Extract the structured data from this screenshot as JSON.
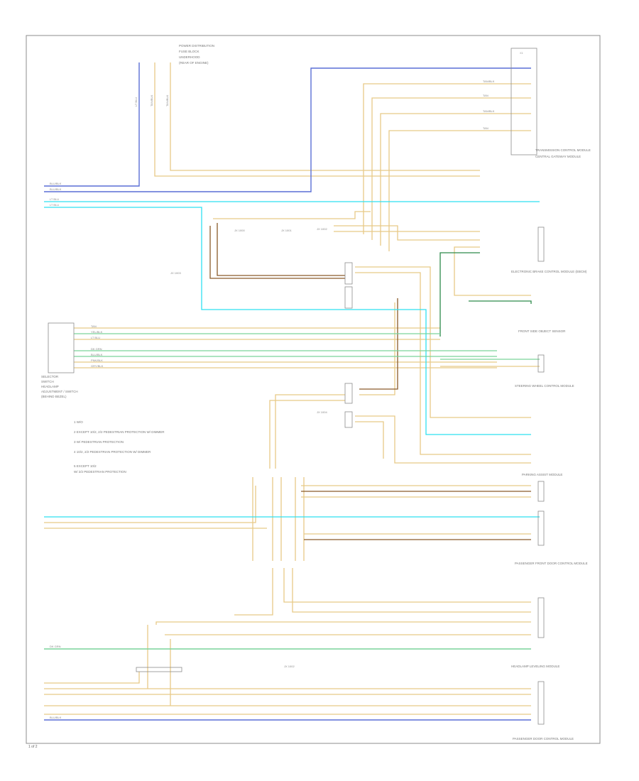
{
  "diagram": {
    "page_code": "1 of 2",
    "colors": {
      "blue": "#5a6fd6",
      "cyan": "#2fe0f0",
      "tan": "#e8c987",
      "brown": "#8a5a2a",
      "green": "#7ad49a",
      "dkgreen": "#2c8a4a",
      "gray": "#8c8c8c"
    },
    "notes": [
      "1   W/O",
      "2   EXCEPT 10/2, 2/2 PEDESTRIAN PROTECTION W/ DIMMER",
      "3   W/ PEDESTRIAN PROTECTION",
      "4   10/2, 2/2 PEDESTRIAN PROTECTION W/ DIMMER",
      "5   EXCEPT 10/2",
      "    W/ 2/2 PEDESTRIAN PROTECTION"
    ],
    "top_label_lines": [
      "POWER DISTRIBUTION",
      "FUSE BLOCK",
      "UNDERHOOD",
      "(REAR OF ENGINE)"
    ],
    "left_component_lines": [
      "SELECTOR",
      "SWITCH",
      "HEADLAMP",
      "ADJUSTMENT / SWITCH",
      "(BEHIND BEZEL)"
    ],
    "right_components": [
      "TRANSMISSION CONTROL MODULE",
      "CENTRAL GATEWAY MODULE",
      "ELECTRONIC BRAKE CONTROL MODULE (EBCM)",
      "FRONT SIDE OBJECT SENSOR",
      "STEERING WHEEL CONTROL MODULE",
      "PARKING ASSIST MODULE",
      "PASSENGER FRONT DOOR CONTROL MODULE",
      "HEADLAMP LEVELING MODULE",
      "PASSENGER DOOR CONTROL MODULE"
    ],
    "splice_labels": [
      "JX 1000",
      "JX 1001",
      "JX 1002",
      "JX 1003",
      "JX 1004"
    ],
    "wire_labels": [
      "TAN/BLK",
      "TAN",
      "YEL/BLK",
      "LT BLU",
      "DK GRN",
      "BLU/BLK",
      "PNK/BLK",
      "GRY/BLK"
    ]
  }
}
